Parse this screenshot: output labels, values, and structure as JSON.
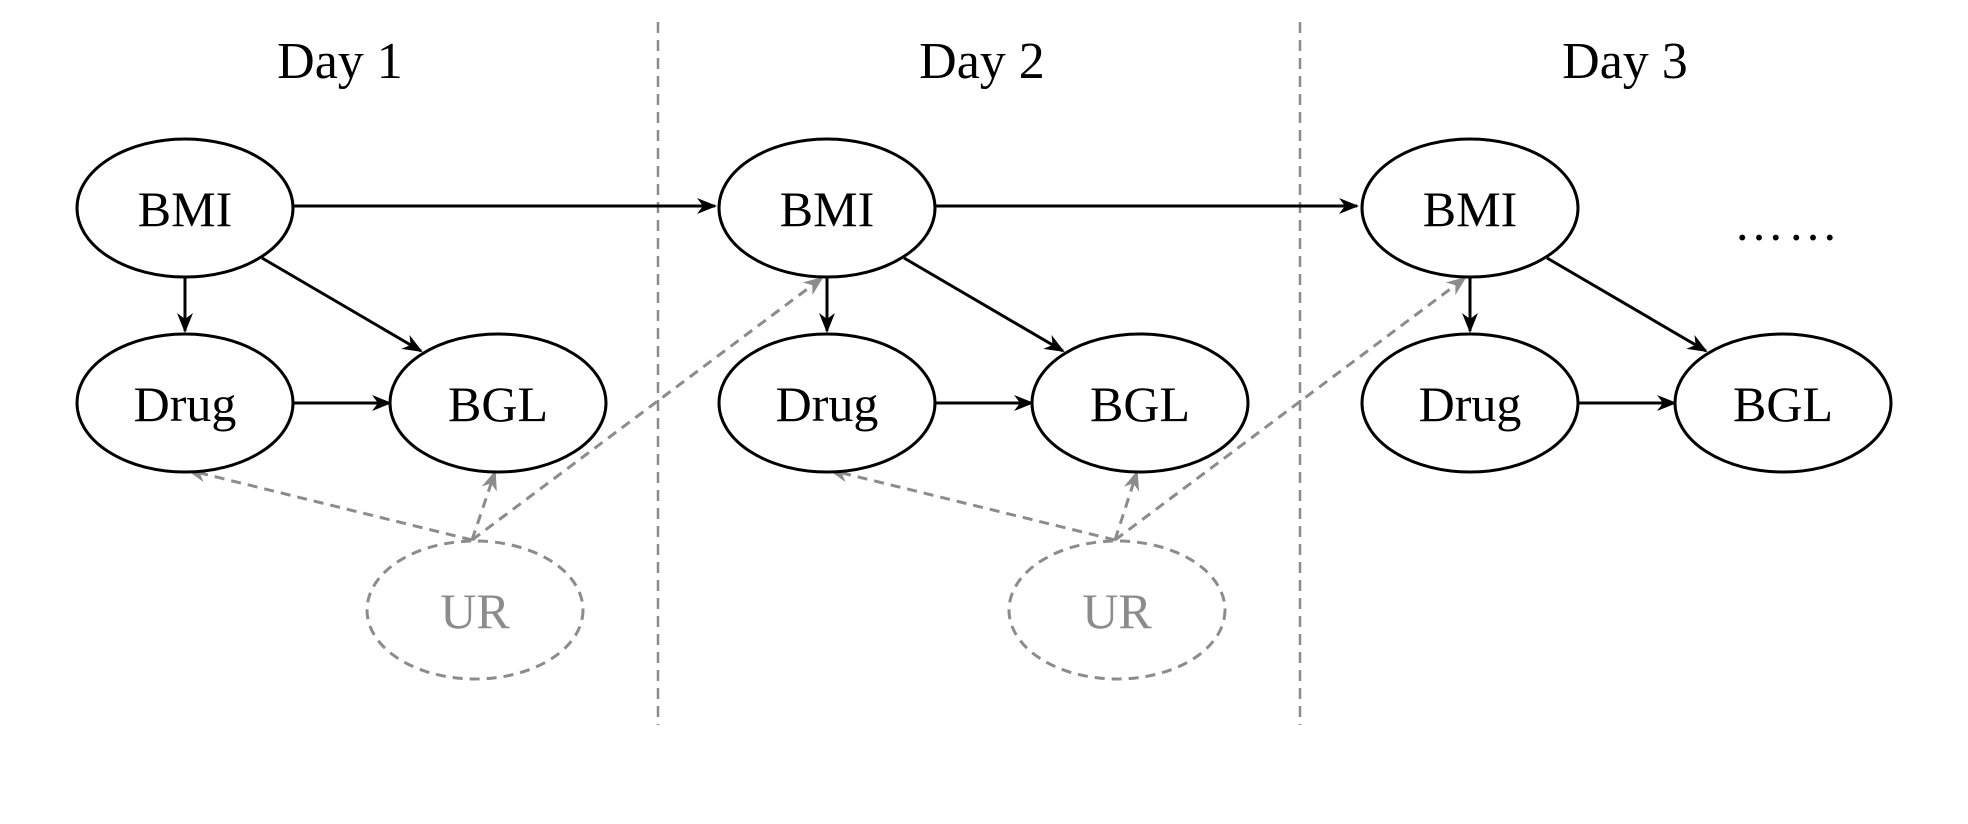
{
  "diagram": {
    "days": [
      "Day 1",
      "Day 2",
      "Day 3"
    ],
    "observed_nodes": {
      "bmi": "BMI",
      "drug": "Drug",
      "bgl": "BGL"
    },
    "latent_node": "UR",
    "continuation": "……",
    "colors": {
      "observed": "#000000",
      "latent": "#8c8c8c",
      "background": "#ffffff"
    }
  }
}
